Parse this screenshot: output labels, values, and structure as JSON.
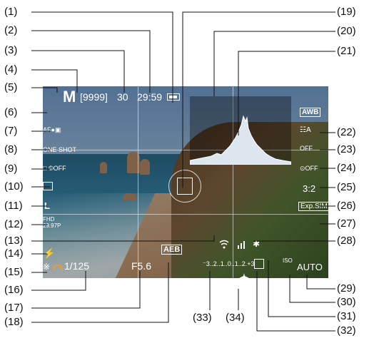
{
  "overlay": {
    "mode": "M",
    "shots_remaining": "[9999]",
    "max_burst": "30",
    "movie_time": "29:59",
    "af_method": "AF●▣",
    "af_operation": "ONE SHOT",
    "drive_mode": "□ ©OFF",
    "image_quality": "L",
    "movie_fps": "29.97P",
    "movie_size": "FHD",
    "flash": "⚡",
    "ae_lock": "※",
    "shutter_speed": "1/125",
    "aperture": "F5.6",
    "aeb": "AEB",
    "exposure_scale": "⁻3..2..1..0..1..2.+3",
    "iso_label": "ISO",
    "iso_value": "AUTO",
    "wb": "AWB",
    "picture_style": "☷A",
    "highlight": "OFF",
    "aspect_ratio": "3:2",
    "exp_sim": "Exp.SIM",
    "crop": "⊙OFF"
  },
  "callouts_left": [
    "(1)",
    "(2)",
    "(3)",
    "(4)",
    "(5)",
    "(6)",
    "(7)",
    "(8)",
    "(9)",
    "(10)",
    "(11)",
    "(12)",
    "(13)",
    "(14)",
    "(15)",
    "(16)",
    "(17)",
    "(18)"
  ],
  "callouts_right": [
    "(19)",
    "(20)",
    "(21)",
    "(22)",
    "(23)",
    "(24)",
    "(25)",
    "(26)",
    "(27)",
    "(28)",
    "(29)",
    "(30)",
    "(31)",
    "(32)"
  ],
  "callouts_bottom": [
    "(33)",
    "(34)"
  ]
}
